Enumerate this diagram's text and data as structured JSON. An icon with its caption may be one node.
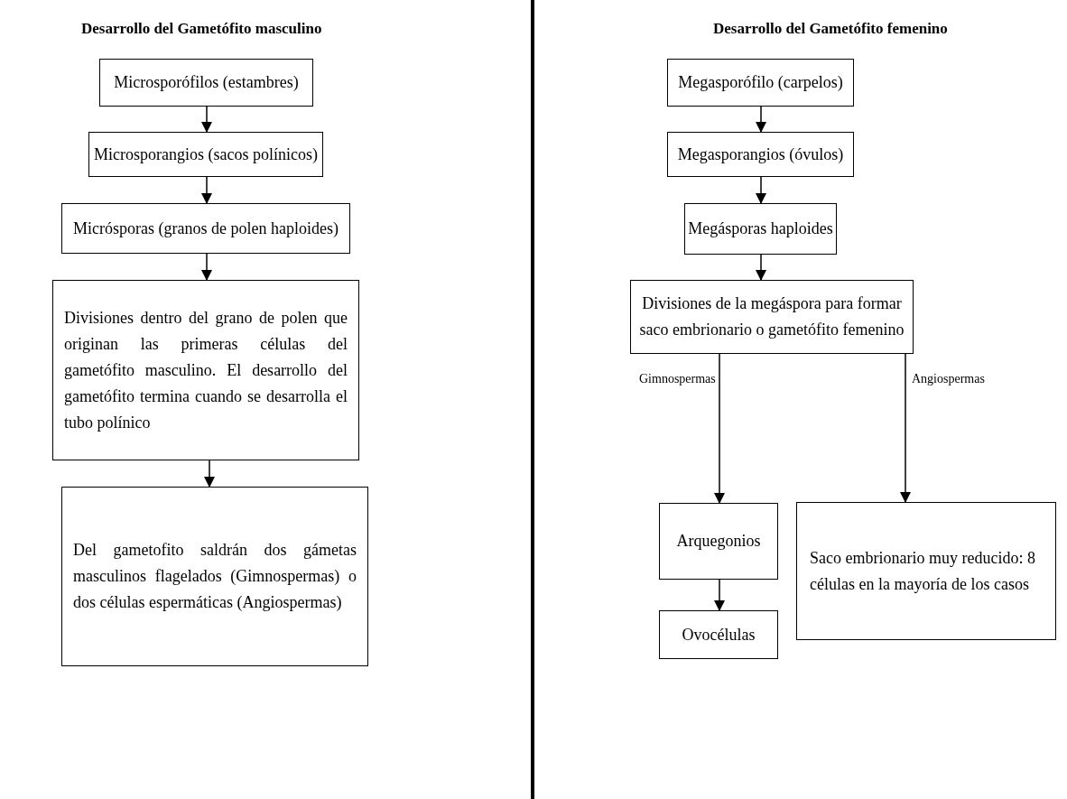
{
  "diagram": {
    "nodes": [
      {
        "text": [
          "Microsporófilos (estambres)"
        ]
      },
      {
        "text": [
          "Microsporangios (sacos polínicos)"
        ]
      },
      {
        "text": [
          "Micrósporas (granos de polen haploides)"
        ]
      },
      {
        "text": [
          "Divisiones dentro del grano de polen que originan las primeras células del gametófito masculino. El desarrollo del gametófito termina cuando se desarrolla el tubo polínico"
        ]
      },
      {
        "text": [
          "Del gametofito saldrán dos gámetas masculinos flagelados (Gimnospermas) o dos células espermáticas (Angiospermas)"
        ]
      },
      {
        "text": [
          "Megasporófilo (carpelos)"
        ]
      },
      {
        "text": [
          "Megasporangios (óvulos)"
        ]
      },
      {
        "text": [
          "Megásporas haploides"
        ]
      },
      {
        "text": [
          "Divisiones de la megáspora para formar saco embrionario o gametófito femenino"
        ]
      },
      {
        "text": [
          "Arquegonios"
        ]
      },
      {
        "text": [
          "Saco embrionario muy reducido: 8 células en la mayoría de los casos"
        ]
      },
      {
        "text": [
          "Ovocélulas"
        ]
      }
    ],
    "edges": [
      {
        "from": 0,
        "to": 1,
        "arrow": "to"
      },
      {
        "from": 1,
        "to": 2,
        "arrow": "to"
      },
      {
        "from": 2,
        "to": 3,
        "arrow": "to"
      },
      {
        "from": 3,
        "to": 4,
        "arrow": "to"
      },
      {
        "from": 5,
        "to": 6,
        "arrow": "to"
      },
      {
        "from": 6,
        "to": 7,
        "arrow": "to"
      },
      {
        "from": 7,
        "to": 8,
        "arrow": "to"
      },
      {
        "from": 8,
        "to": 9,
        "label": "Gimnospermas",
        "arrow": "to"
      },
      {
        "from": 8,
        "to": 10,
        "label": "Angiospermas",
        "arrow": "to"
      },
      {
        "from": 9,
        "to": 11,
        "arrow": "to"
      }
    ],
    "labels": [
      "Desarrollo del Gametófito masculino",
      "Desarrollo del Gametófito femenino"
    ]
  }
}
